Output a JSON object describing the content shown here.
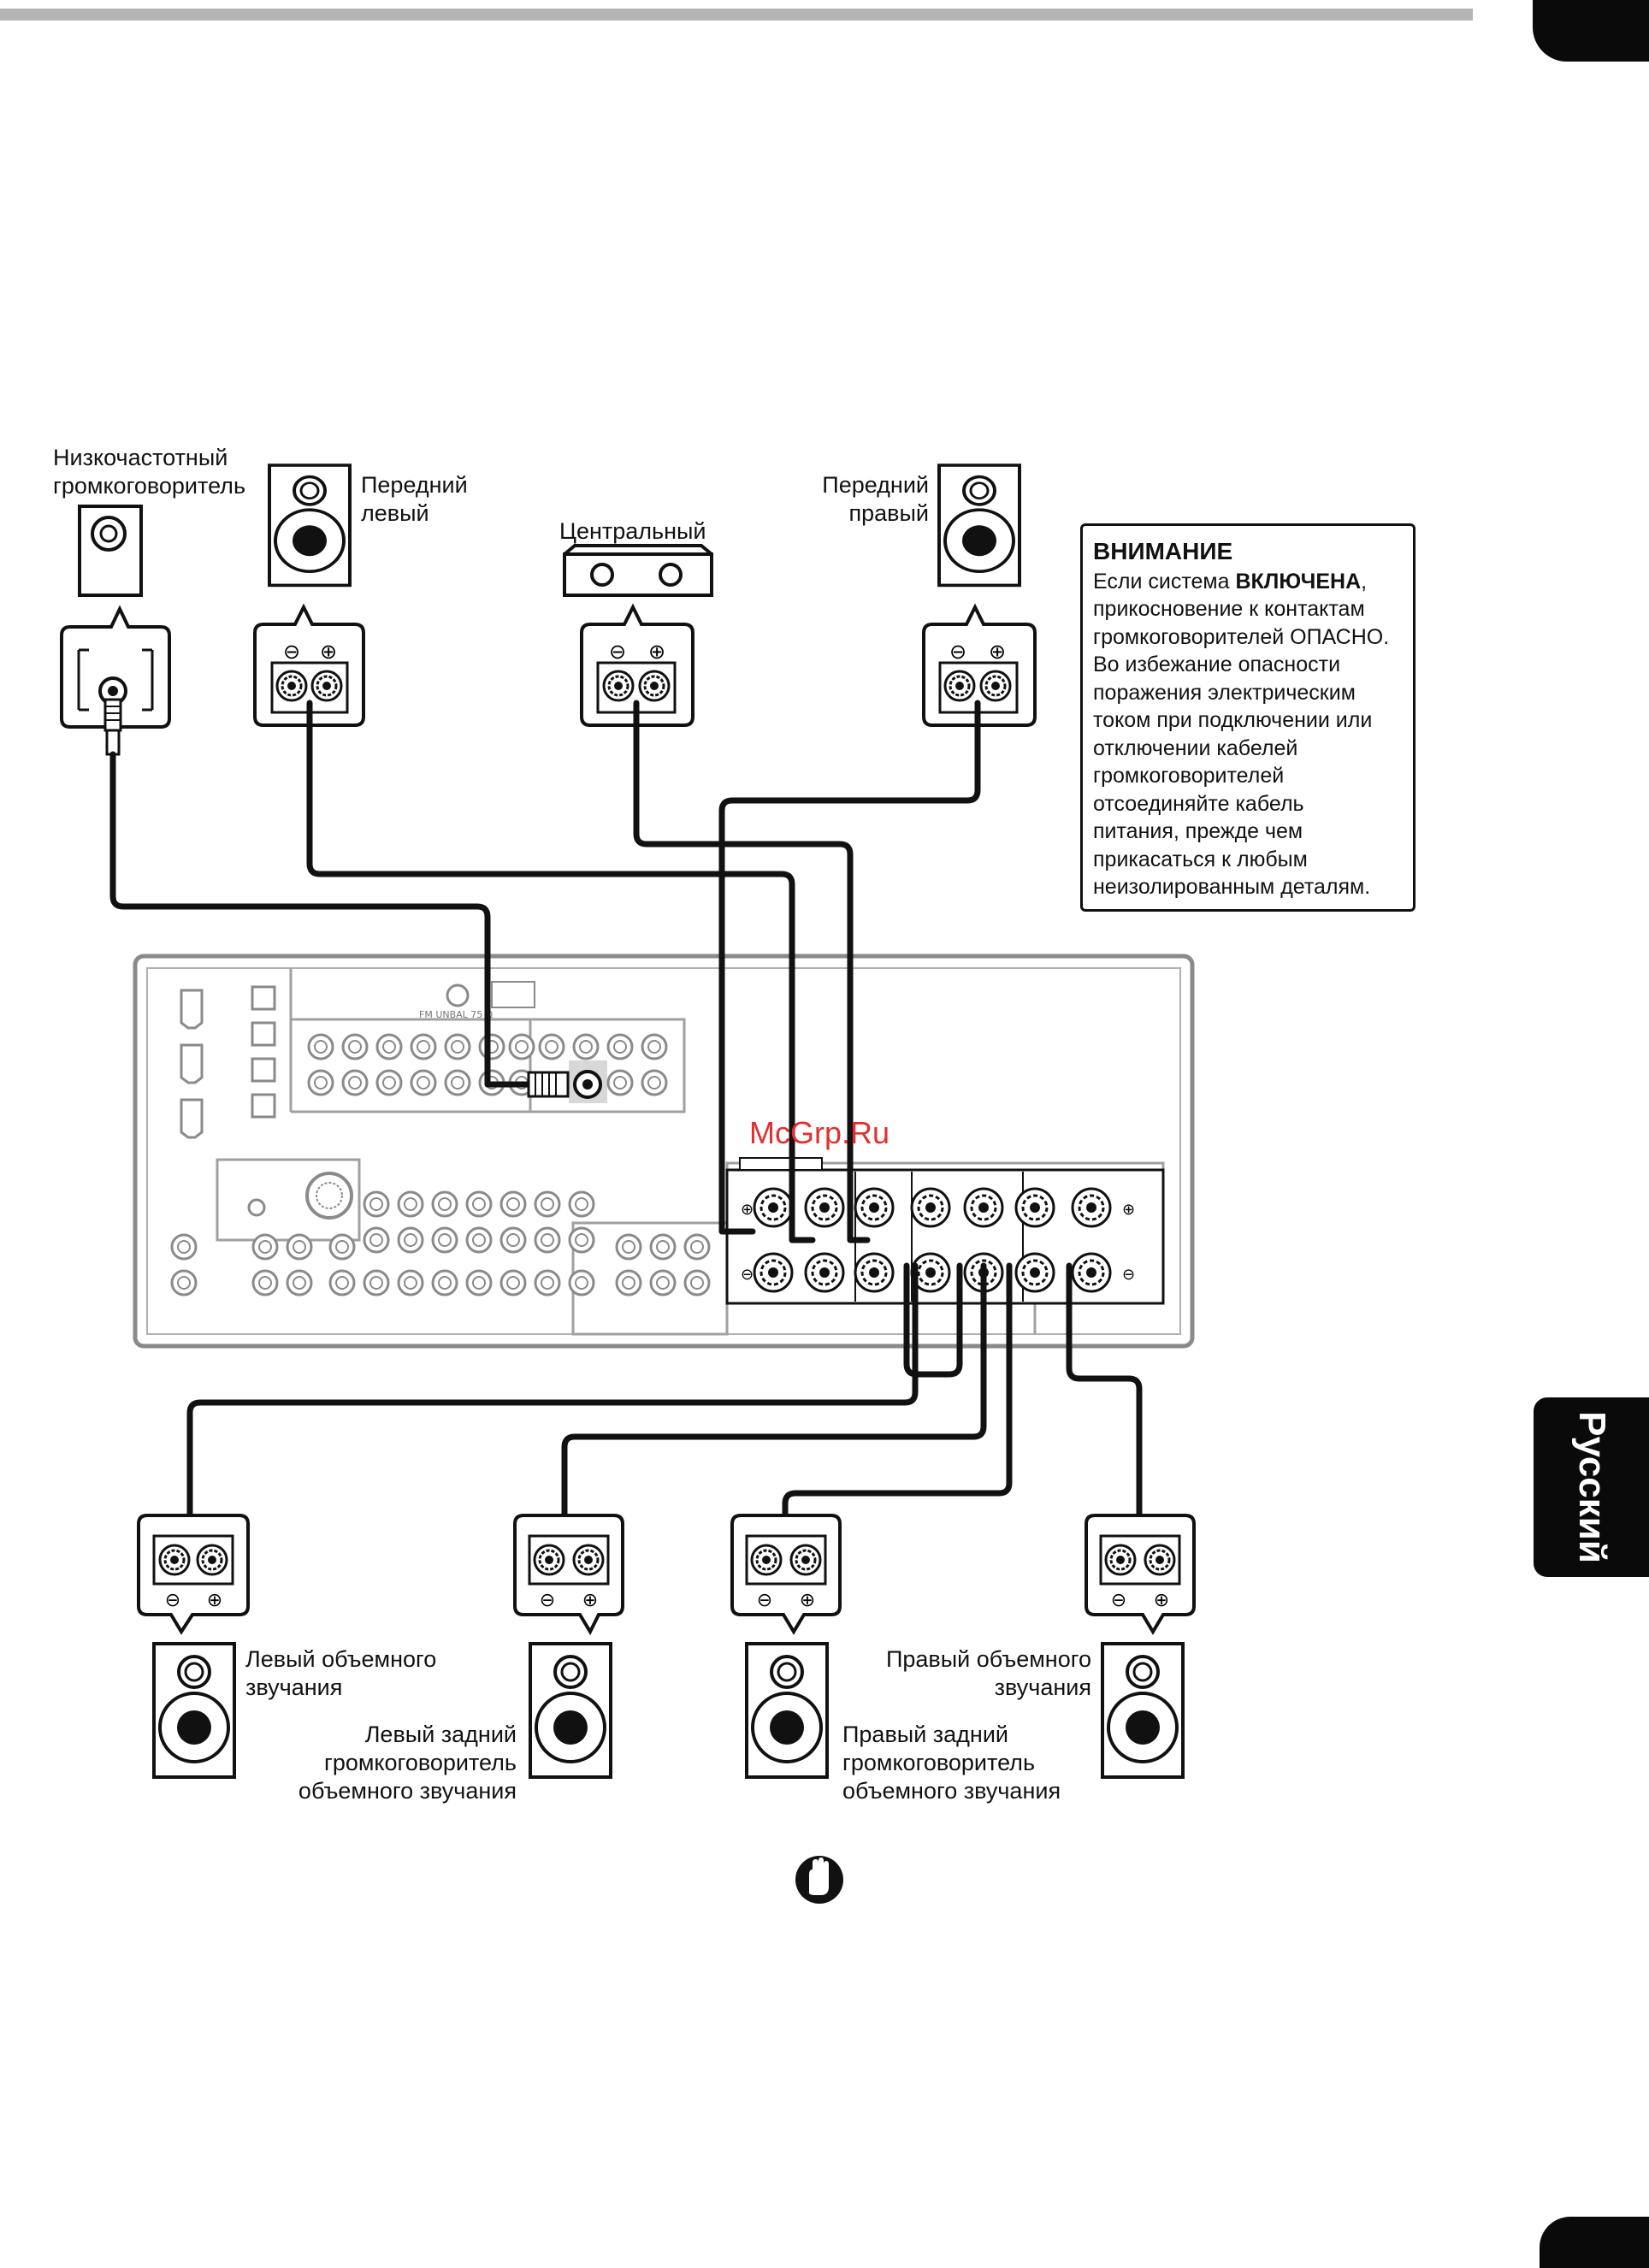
{
  "labels": {
    "subwoofer": [
      "Низкочастотный",
      "громкоговоритель"
    ],
    "front_left": [
      "Передний",
      "левый"
    ],
    "center": [
      "Центральный"
    ],
    "front_right": [
      "Передний",
      "правый"
    ],
    "surround_left": [
      "Левый объемного",
      "звучания"
    ],
    "surround_back_left": [
      "Левый задний",
      "громкоговоритель",
      "объемного звучания"
    ],
    "surround_right": [
      "Правый объемного",
      "звучания"
    ],
    "surround_back_right": [
      "Правый задний",
      "громкоговоритель",
      "объемного звучания"
    ]
  },
  "warning": {
    "title": "ВНИМАНИЕ",
    "line1_prefix": "Если система ",
    "line1_bold": "ВКЛЮЧЕНА",
    "line1_suffix": ",",
    "lines": [
      "прикосновение к контактам",
      "громкоговорителей ОПАСНО.",
      "Во избежание опасности",
      "поражения электрическим",
      "током при подключении или",
      "отключении кабелей",
      "громкоговорителей",
      "отсоединяйте кабель",
      "питания, прежде чем",
      "прикасаться к любым",
      "неизолированным деталям."
    ]
  },
  "terminal_symbols": {
    "minus": "⊖",
    "plus": "⊕"
  },
  "receiver_text": {
    "antenna": "FM UNBAL 75 Ω"
  },
  "language_tab": "Русский",
  "watermark": "McGrp.Ru",
  "icons": {
    "caution": "hand-caution-icon"
  },
  "colors": {
    "ink": "#111111",
    "panel": "#888888",
    "watermark": "#e03030",
    "tab": "#0a0a0a"
  }
}
